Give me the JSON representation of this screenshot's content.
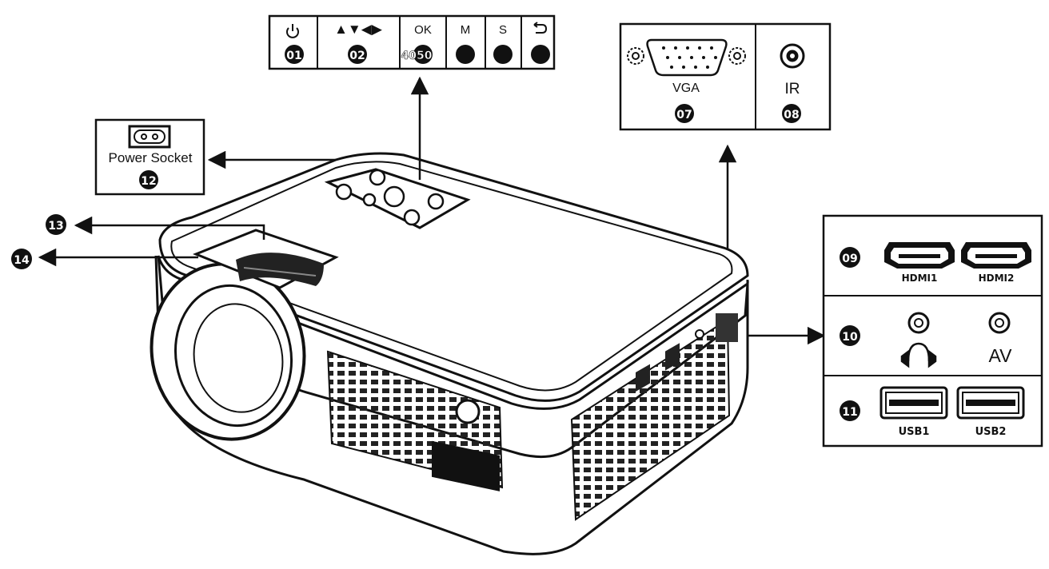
{
  "control_panel": {
    "symbols": {
      "power": "power-icon",
      "arrows": "▲▼◀▶",
      "ok": "OK",
      "menu": "M",
      "source": "S",
      "back": "back-icon"
    },
    "badges": {
      "power": "01",
      "arrows": "02",
      "ok": "4050"
    }
  },
  "vga_panel": {
    "vga_label": "VGA",
    "ir_label": "IR",
    "vga_badge": "07",
    "ir_badge": "08"
  },
  "power_socket": {
    "label": "Power Socket",
    "badge": "12"
  },
  "callouts": {
    "focus": "13",
    "keystone": "14"
  },
  "right_panel": {
    "hdmi": {
      "badge": "09",
      "labels": [
        "HDMI1",
        "HDMI2"
      ]
    },
    "audio": {
      "badge": "10",
      "av_label": "AV",
      "headphone_icon": "headphone-icon"
    },
    "usb": {
      "badge": "11",
      "labels": [
        "USB1",
        "USB2"
      ]
    }
  },
  "colors": {
    "ink": "#111111",
    "panel_border": "#1a1a1a",
    "badge_fill": "#111111"
  }
}
